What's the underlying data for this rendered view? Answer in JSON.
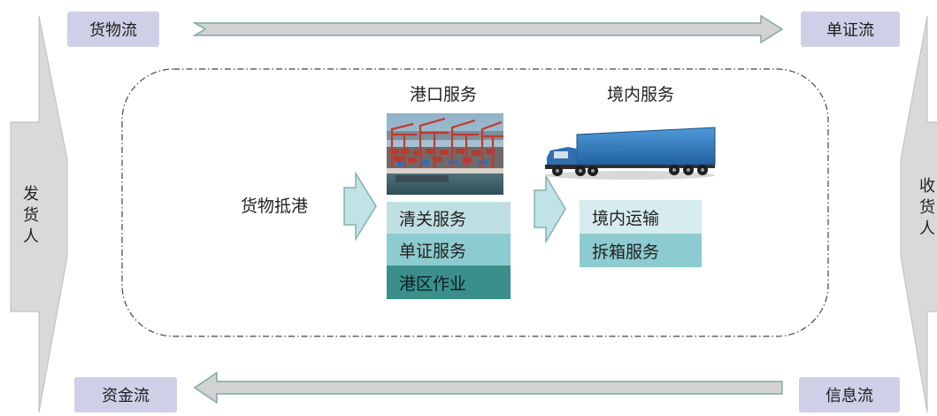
{
  "flows": {
    "top_left": "货物流",
    "top_right": "单证流",
    "bottom_left": "资金流",
    "bottom_right": "信息流"
  },
  "parties": {
    "shipper": [
      "发",
      "货",
      "人"
    ],
    "consignee": [
      "收",
      "货",
      "人"
    ]
  },
  "center": {
    "arrival_label": "货物抵港",
    "port": {
      "title": "港口服务",
      "services": [
        "清关服务",
        "单证服务",
        "港区作业"
      ]
    },
    "domestic": {
      "title": "境内服务",
      "services": [
        "境内运输",
        "拆箱服务"
      ]
    }
  },
  "colors": {
    "flow_box": "#cfcfe8",
    "arrow_fill": "#d2d2d2",
    "arrow_stroke": "#7faaa4",
    "side_arrow": "#d9d9d9",
    "step_arrow_fill": "#bfe3e6",
    "step_arrow_stroke": "#8ab0ac",
    "port_service_1": "#bfe0e2",
    "port_service_2": "#8ccbcf",
    "port_service_3": "#3b8f8b",
    "domestic_service_1": "#d6ecee",
    "domestic_service_2": "#8ccbcf"
  },
  "icons": [
    "container-port-photo",
    "truck-photo"
  ]
}
